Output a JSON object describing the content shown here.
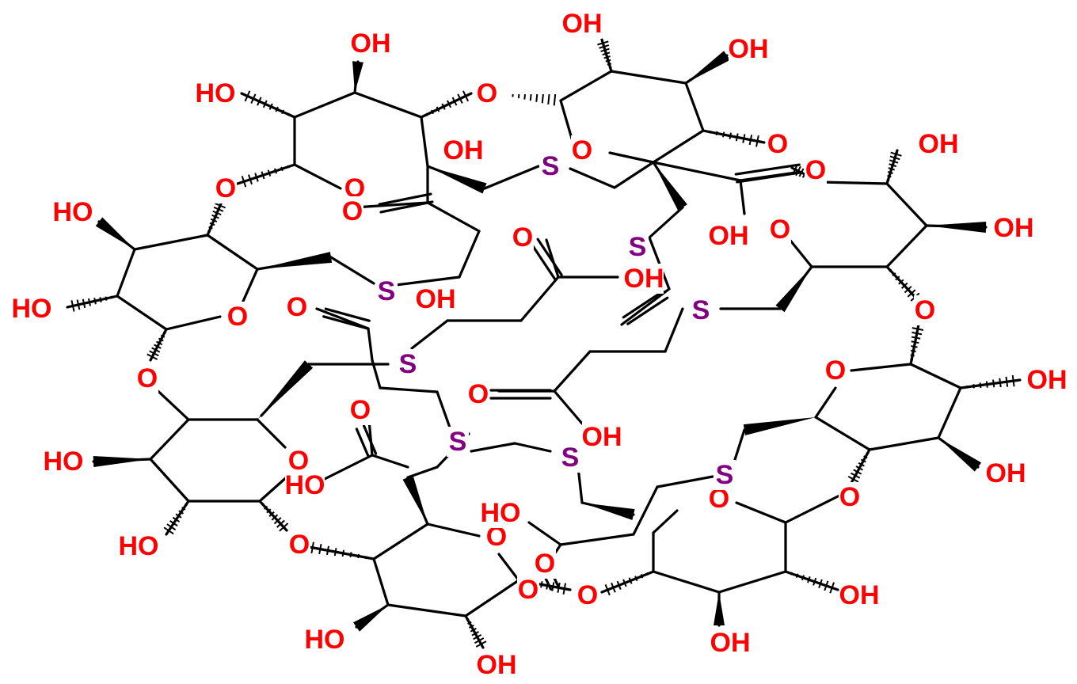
{
  "colors": {
    "bond": "#000000",
    "oxygen": "#ff0000",
    "sulfur": "#800080"
  },
  "labels": {
    "oxygen": "O",
    "sulfur": "S",
    "hydroxyl": "OH",
    "hydroxyl_left": "HO"
  }
}
